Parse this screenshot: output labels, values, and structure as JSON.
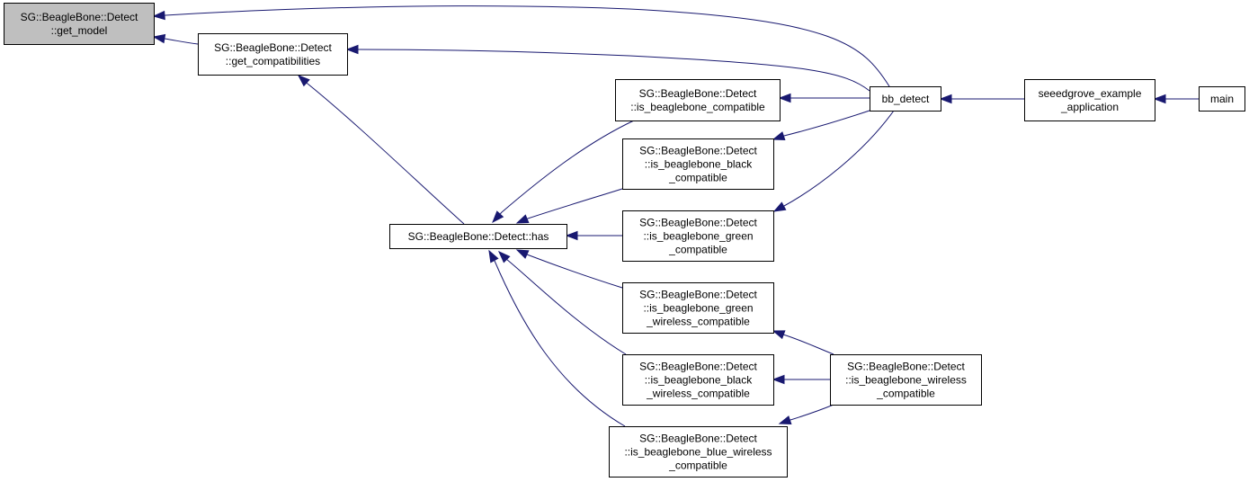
{
  "diagram": {
    "type": "call-graph",
    "colors": {
      "edge": "#191970",
      "node_border": "#000000",
      "node_fill": "#ffffff",
      "highlight_fill": "#bfbfbf"
    },
    "nodes": [
      {
        "id": "get_model",
        "lines": [
          "SG::BeagleBone::Detect",
          "::get_model"
        ],
        "highlight": true
      },
      {
        "id": "get_compatibilities",
        "lines": [
          "SG::BeagleBone::Detect",
          "::get_compatibilities"
        ]
      },
      {
        "id": "has",
        "lines": [
          "SG::BeagleBone::Detect::has"
        ]
      },
      {
        "id": "is_bb_compatible",
        "lines": [
          "SG::BeagleBone::Detect",
          "::is_beaglebone_compatible"
        ]
      },
      {
        "id": "is_bb_black_compatible",
        "lines": [
          "SG::BeagleBone::Detect",
          "::is_beaglebone_black",
          "_compatible"
        ]
      },
      {
        "id": "is_bb_green_compatible",
        "lines": [
          "SG::BeagleBone::Detect",
          "::is_beaglebone_green",
          "_compatible"
        ]
      },
      {
        "id": "is_bb_green_wireless_compatible",
        "lines": [
          "SG::BeagleBone::Detect",
          "::is_beaglebone_green",
          "_wireless_compatible"
        ]
      },
      {
        "id": "is_bb_black_wireless_compatible",
        "lines": [
          "SG::BeagleBone::Detect",
          "::is_beaglebone_black",
          "_wireless_compatible"
        ]
      },
      {
        "id": "is_bb_blue_wireless_compatible",
        "lines": [
          "SG::BeagleBone::Detect",
          "::is_beaglebone_blue_wireless",
          "_compatible"
        ]
      },
      {
        "id": "bb_detect",
        "lines": [
          "bb_detect"
        ]
      },
      {
        "id": "is_bb_wireless_compatible",
        "lines": [
          "SG::BeagleBone::Detect",
          "::is_beaglebone_wireless",
          "_compatible"
        ]
      },
      {
        "id": "seeedgrove_example_application",
        "lines": [
          "seeedgrove_example",
          "_application"
        ]
      },
      {
        "id": "main",
        "lines": [
          "main"
        ]
      }
    ],
    "edges": [
      {
        "from": "get_compatibilities",
        "to": "get_model"
      },
      {
        "from": "bb_detect",
        "to": "get_model"
      },
      {
        "from": "bb_detect",
        "to": "get_compatibilities"
      },
      {
        "from": "has",
        "to": "get_compatibilities"
      },
      {
        "from": "is_bb_compatible",
        "to": "has"
      },
      {
        "from": "is_bb_black_compatible",
        "to": "has"
      },
      {
        "from": "is_bb_green_compatible",
        "to": "has"
      },
      {
        "from": "is_bb_green_wireless_compatible",
        "to": "has"
      },
      {
        "from": "is_bb_black_wireless_compatible",
        "to": "has"
      },
      {
        "from": "is_bb_blue_wireless_compatible",
        "to": "has"
      },
      {
        "from": "bb_detect",
        "to": "is_bb_compatible"
      },
      {
        "from": "bb_detect",
        "to": "is_bb_black_compatible"
      },
      {
        "from": "bb_detect",
        "to": "is_bb_green_compatible"
      },
      {
        "from": "is_bb_wireless_compatible",
        "to": "is_bb_green_wireless_compatible"
      },
      {
        "from": "is_bb_wireless_compatible",
        "to": "is_bb_black_wireless_compatible"
      },
      {
        "from": "is_bb_wireless_compatible",
        "to": "is_bb_blue_wireless_compatible"
      },
      {
        "from": "seeedgrove_example_application",
        "to": "bb_detect"
      },
      {
        "from": "main",
        "to": "seeedgrove_example_application"
      }
    ]
  }
}
